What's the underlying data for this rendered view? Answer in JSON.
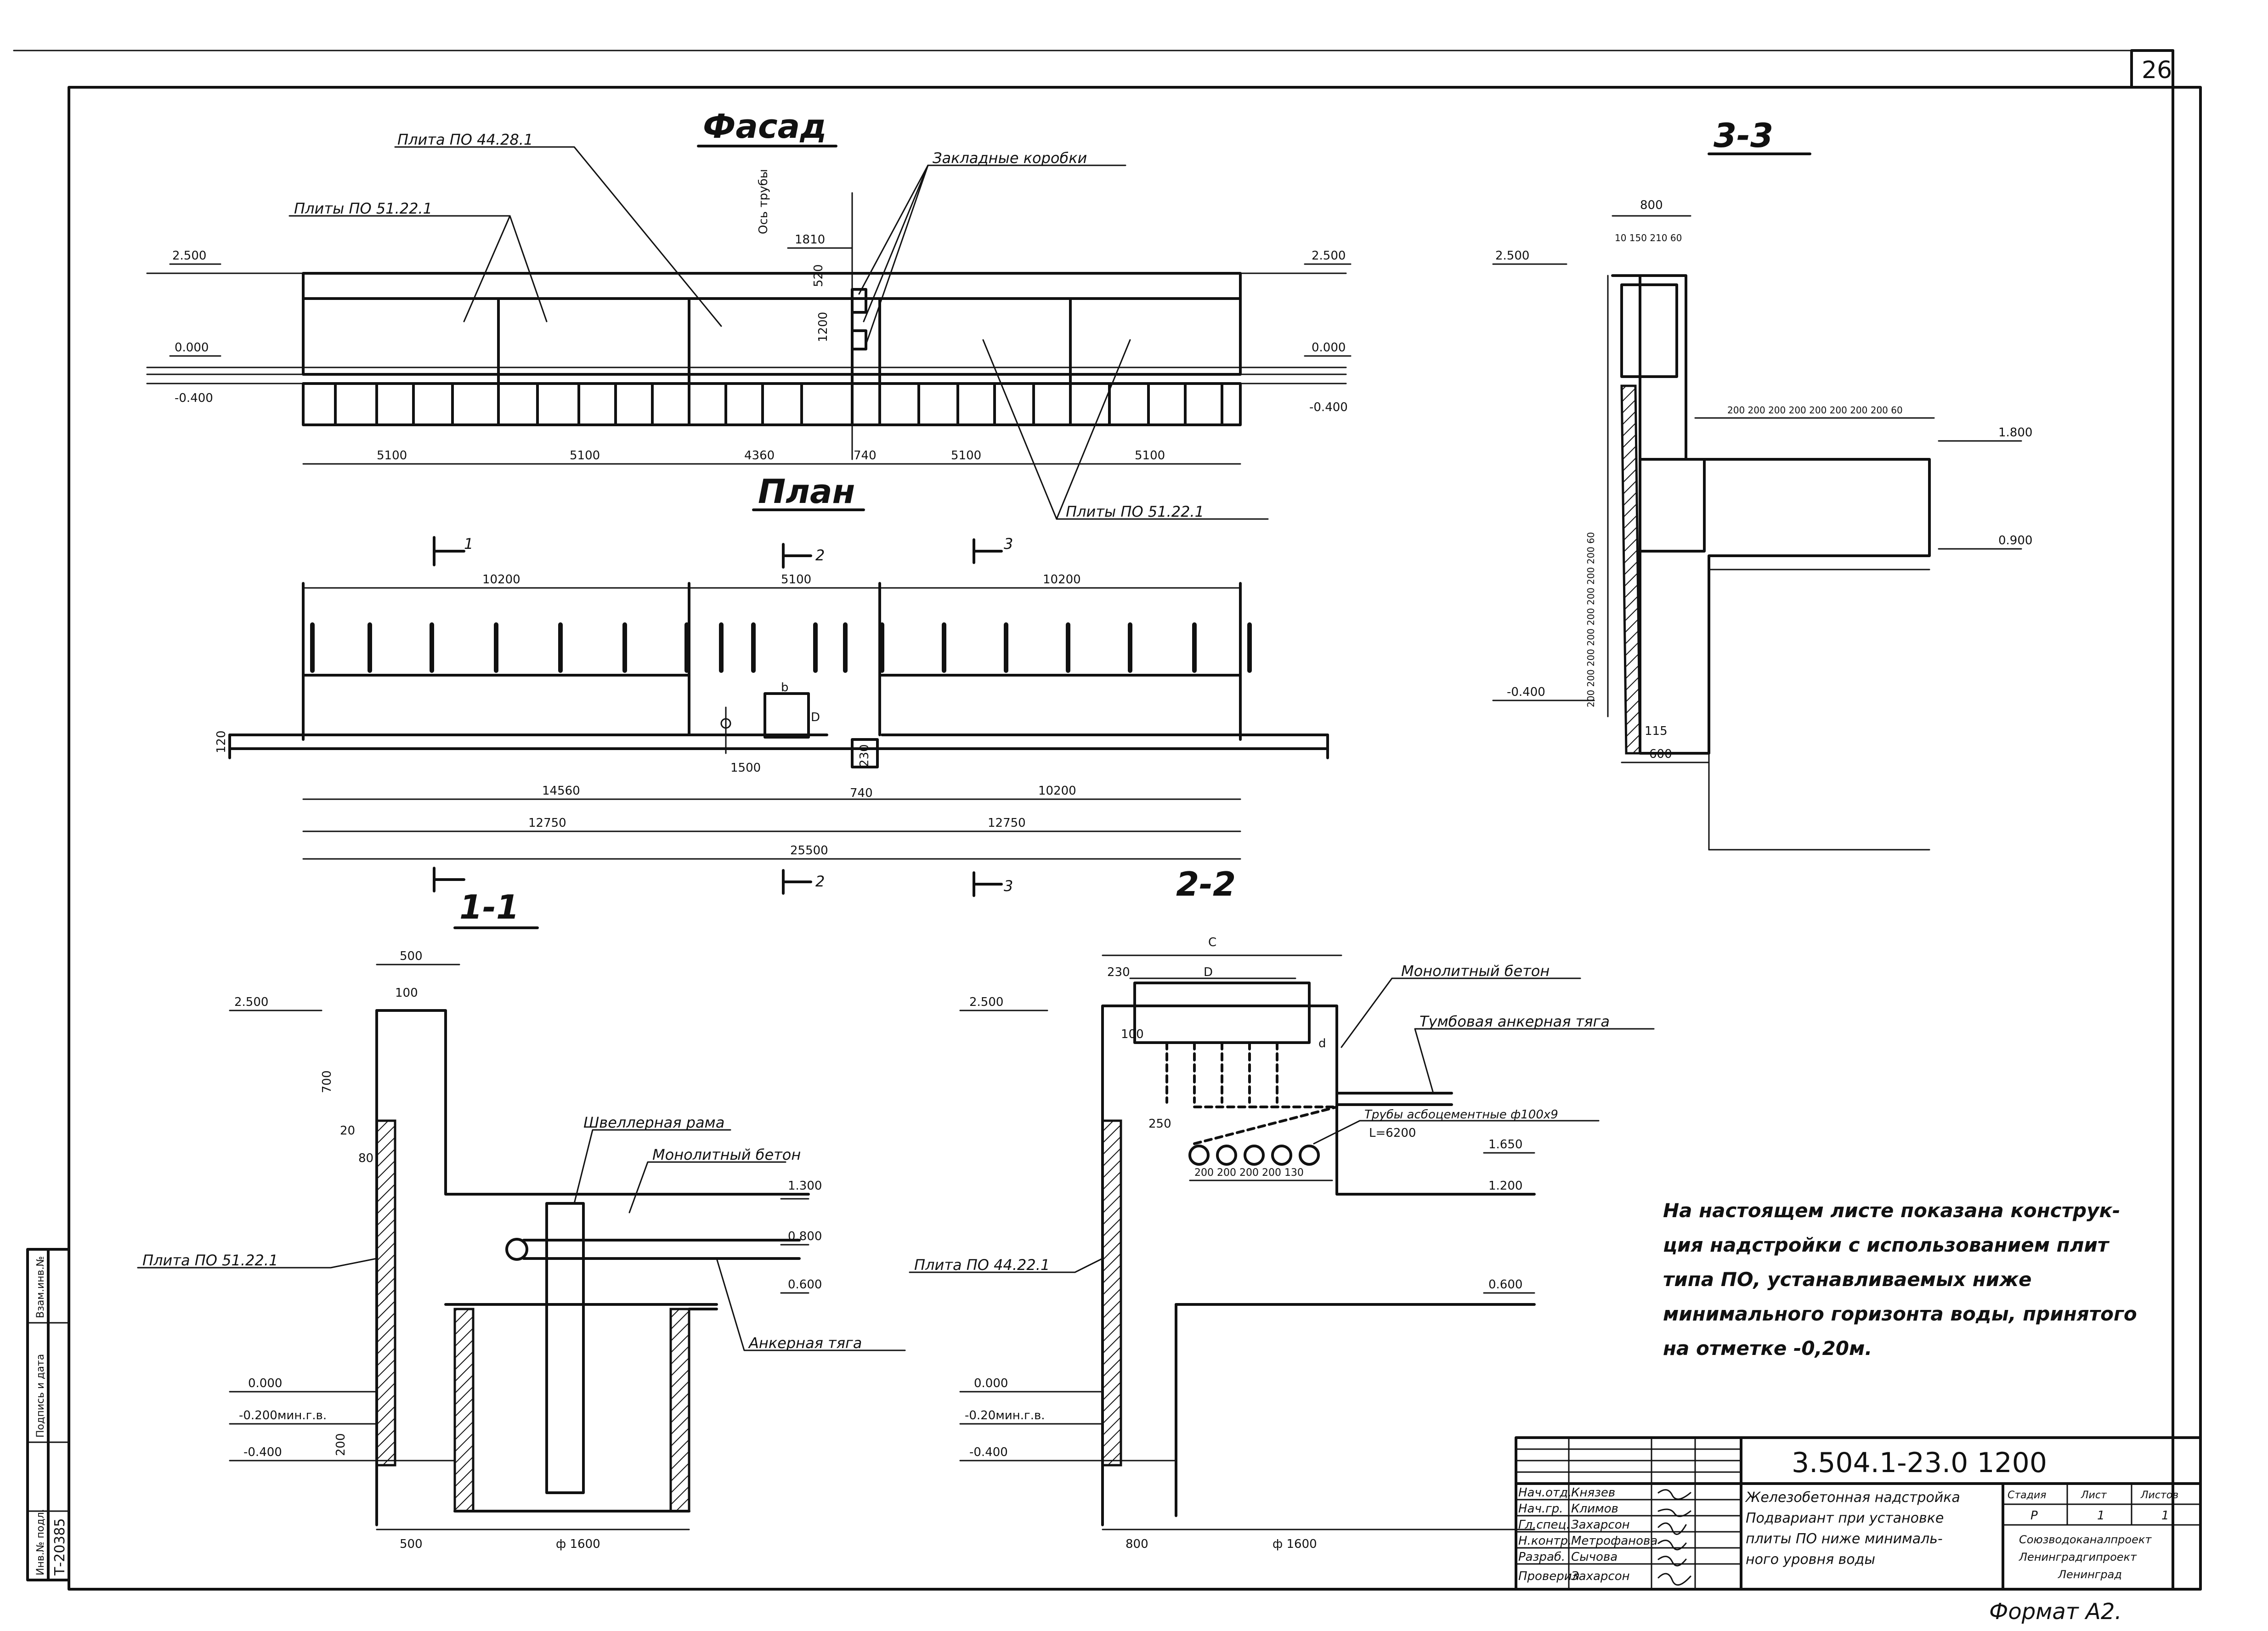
{
  "sheet": {
    "number": "26",
    "format": "Формат А2."
  },
  "facade": {
    "title": "Фасад",
    "label_slab_44": "Плита ПО 44.28.1",
    "label_slabs_51_left": "Плиты ПО 51.22.1",
    "label_slabs_51_right": "Плиты ПО 51.22.1",
    "label_boxes": "Закладные коробки",
    "label_axis": "Ось трубы",
    "elev_top_left": "2.500",
    "elev_top_right": "2.500",
    "elev_zero_left": "0.000",
    "elev_zero_right": "0.000",
    "elev_bottom_left": "-0.400",
    "elev_bottom_right": "-0.400",
    "dim_1810": "1810",
    "dim_520": "520",
    "dim_1200": "1200",
    "spans": [
      "5100",
      "5100",
      "4360",
      "740",
      "5100",
      "5100"
    ]
  },
  "plan": {
    "title": "План",
    "section_1": "1",
    "section_2": "2",
    "section_3": "3",
    "dim_top_left": "10200",
    "dim_top_mid": "5100",
    "dim_top_right": "10200",
    "dim_b": "b",
    "dim_D": "D",
    "dim_1500": "1500",
    "dim_230": "230",
    "dim_740": "740",
    "dim_120": "120",
    "dim_14560": "14560",
    "dim_10200_bottom": "10200",
    "dim_12750_left": "12750",
    "dim_12750_right": "12750",
    "dim_25500": "25500"
  },
  "section_33": {
    "title": "3-3",
    "dim_800_top": "800",
    "dim_top_parts": "10 150 210 60",
    "elev_top": "2.500",
    "elev_1800": "1.800",
    "elev_0900": "0.900",
    "elev_bottom": "-0.400",
    "dim_pitch": "200 200 200 200 200 200 200 200 60",
    "dim_600": "600",
    "dim_115": "115"
  },
  "section_11": {
    "title": "1-1",
    "dim_500_top": "500",
    "dim_100": "100",
    "dim_700": "700",
    "dim_20": "20",
    "dim_80": "80",
    "elev_top": "2.500",
    "elev_1300": "1.300",
    "elev_0800": "0.800",
    "elev_0600": "0.600",
    "elev_zero": "0.000",
    "elev_min": "-0.200мин.г.в.",
    "elev_bottom": "-0.400",
    "dim_200": "200",
    "label_channel": "Швеллерная рама",
    "label_monolith": "Монолитный бетон",
    "label_slab": "Плита ПО 51.22.1",
    "label_tie": "Анкерная тяга",
    "dim_500_bottom": "500",
    "dim_phi1600": "ф 1600"
  },
  "section_22": {
    "title": "2-2",
    "dim_C": "C",
    "dim_D": "D",
    "dim_230": "230",
    "dim_d": "d",
    "dim_100": "100",
    "dim_250": "250",
    "elev_top": "2.500",
    "elev_1650": "1.650",
    "elev_1200": "1.200",
    "elev_0600": "0.600",
    "elev_zero": "0.000",
    "elev_min": "-0.20мин.г.в.",
    "elev_bottom": "-0.400",
    "label_monolith": "Монолитный бетон",
    "label_tie": "Тумбовая анкерная тяга",
    "label_pipes": "Трубы асбоцементные ф100х9",
    "label_pipes_len": "L=6200",
    "pipe_dims": "200 200 200 200 130",
    "label_slab": "Плита ПО 44.22.1",
    "dim_800": "800",
    "dim_phi1600": "ф 1600"
  },
  "note": {
    "line1": "На настоящем листе показана конструк-",
    "line2": "ция надстройки с использованием плит",
    "line3": "типа ПО,      устанавливаемых ниже",
    "line4": "минимального горизонта воды, принятого",
    "line5": "на отметке -0,20м."
  },
  "stamp": {
    "code": "3.504.1-23.0 1200",
    "title1": "Железобетонная надстройка",
    "title2": "Подвариант при установке",
    "title3": "плиты ПО ниже минималь-",
    "title4": "ного уровня воды",
    "stage_h": "Стадия",
    "sheet_h": "Лист",
    "sheets_h": "Листов",
    "stage": "Р",
    "sheet": "1",
    "sheets": "1",
    "org1": "Союзводоканалпроект",
    "org2": "Ленинградгипроект",
    "org3": "Ленинград",
    "rows": [
      {
        "role": "Нач.отд.",
        "name": "Князев"
      },
      {
        "role": "Нач.гр.",
        "name": "Климов"
      },
      {
        "role": "Гл.спец.",
        "name": "Захарсон"
      },
      {
        "role": "Н.контр.",
        "name": "Метрофанова"
      },
      {
        "role": "Разраб.",
        "name": "Сычова"
      },
      {
        "role": "Проверил",
        "name": "Захарсон"
      }
    ],
    "side_stamp1": "Инв.№ подл.",
    "side_stamp2": "Подпись и дата",
    "side_stamp3": "Взам.инв.№",
    "side_number": "Т-20385"
  }
}
